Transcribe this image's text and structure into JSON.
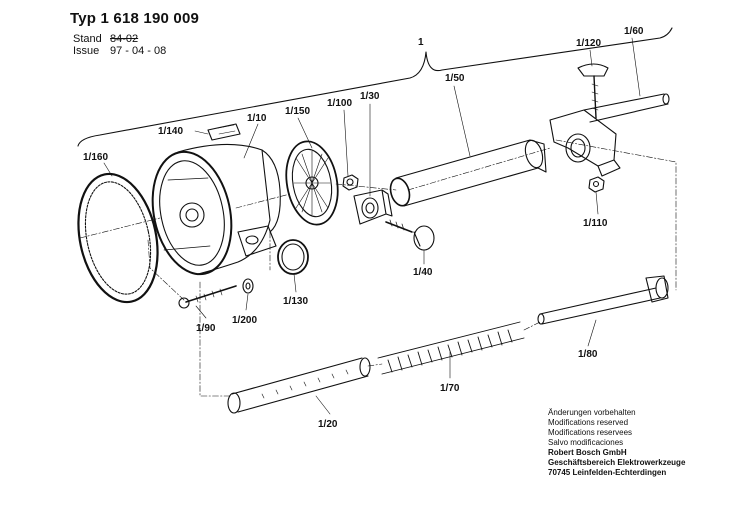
{
  "header": {
    "title": "Typ 1 618 190 009",
    "stand_label": "Stand",
    "stand_value": "84-02",
    "issue_label": "Issue",
    "issue_value": "97 - 04 - 08"
  },
  "assembly_label": "1",
  "parts": [
    {
      "id": "p160",
      "label": "1/160"
    },
    {
      "id": "p140",
      "label": "1/140"
    },
    {
      "id": "p10",
      "label": "1/10"
    },
    {
      "id": "p150",
      "label": "1/150"
    },
    {
      "id": "p100",
      "label": "1/100"
    },
    {
      "id": "p30",
      "label": "1/30"
    },
    {
      "id": "p50",
      "label": "1/50"
    },
    {
      "id": "p120",
      "label": "1/120"
    },
    {
      "id": "p60",
      "label": "1/60"
    },
    {
      "id": "p110",
      "label": "1/110"
    },
    {
      "id": "p40",
      "label": "1/40"
    },
    {
      "id": "p130",
      "label": "1/130"
    },
    {
      "id": "p90",
      "label": "1/90"
    },
    {
      "id": "p200",
      "label": "1/200"
    },
    {
      "id": "p80",
      "label": "1/80"
    },
    {
      "id": "p70",
      "label": "1/70"
    },
    {
      "id": "p20",
      "label": "1/20"
    }
  ],
  "notes": {
    "lines": [
      "Änderungen vorbehalten",
      "Modifications reserved",
      "Modifications reservees",
      "Salvo modificaciones"
    ],
    "company": "Robert Bosch GmbH",
    "division": "Geschäftsbereich Elektrowerkzeuge",
    "address": "70745 Leinfelden-Echterdingen"
  },
  "colors": {
    "ink": "#111111",
    "paper": "#ffffff"
  }
}
